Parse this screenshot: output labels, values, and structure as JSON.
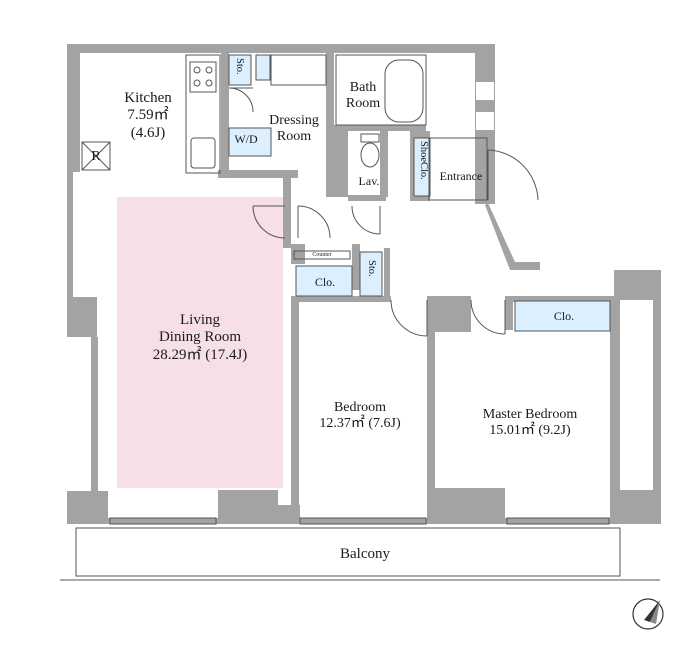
{
  "rooms": {
    "kitchen": {
      "name": "Kitchen",
      "area": "7.59㎡",
      "jou": "(4.6J)"
    },
    "living": {
      "line1": "Living",
      "line2": "Dining Room",
      "area": "28.29㎡ (17.4J)"
    },
    "bedroom": {
      "name": "Bedroom",
      "area": "12.37㎡ (7.6J)"
    },
    "master": {
      "name": "Master Bedroom",
      "area": "15.01㎡ (9.2J)"
    },
    "bath": {
      "line1": "Bath",
      "line2": "Room"
    },
    "dressing": {
      "line1": "Dressing",
      "line2": "Room"
    },
    "entrance": "Entrance",
    "lav": "Lav.",
    "wd": "W/D",
    "balcony": "Balcony"
  },
  "storage": {
    "sto_top": "Sto.",
    "sto_mid": "Sto.",
    "shoe": "ShoeClo.",
    "clo_bed": "Clo.",
    "clo_master": "Clo.",
    "counter": "Counter"
  },
  "fixtures": {
    "refrigerator": "R"
  },
  "colors": {
    "wall": "#a3a3a3",
    "living_highlight": "#f6dfe9",
    "closet_fill": "#dcefff",
    "line": "#555555"
  },
  "icons": {
    "compass": "north-arrow-icon"
  }
}
